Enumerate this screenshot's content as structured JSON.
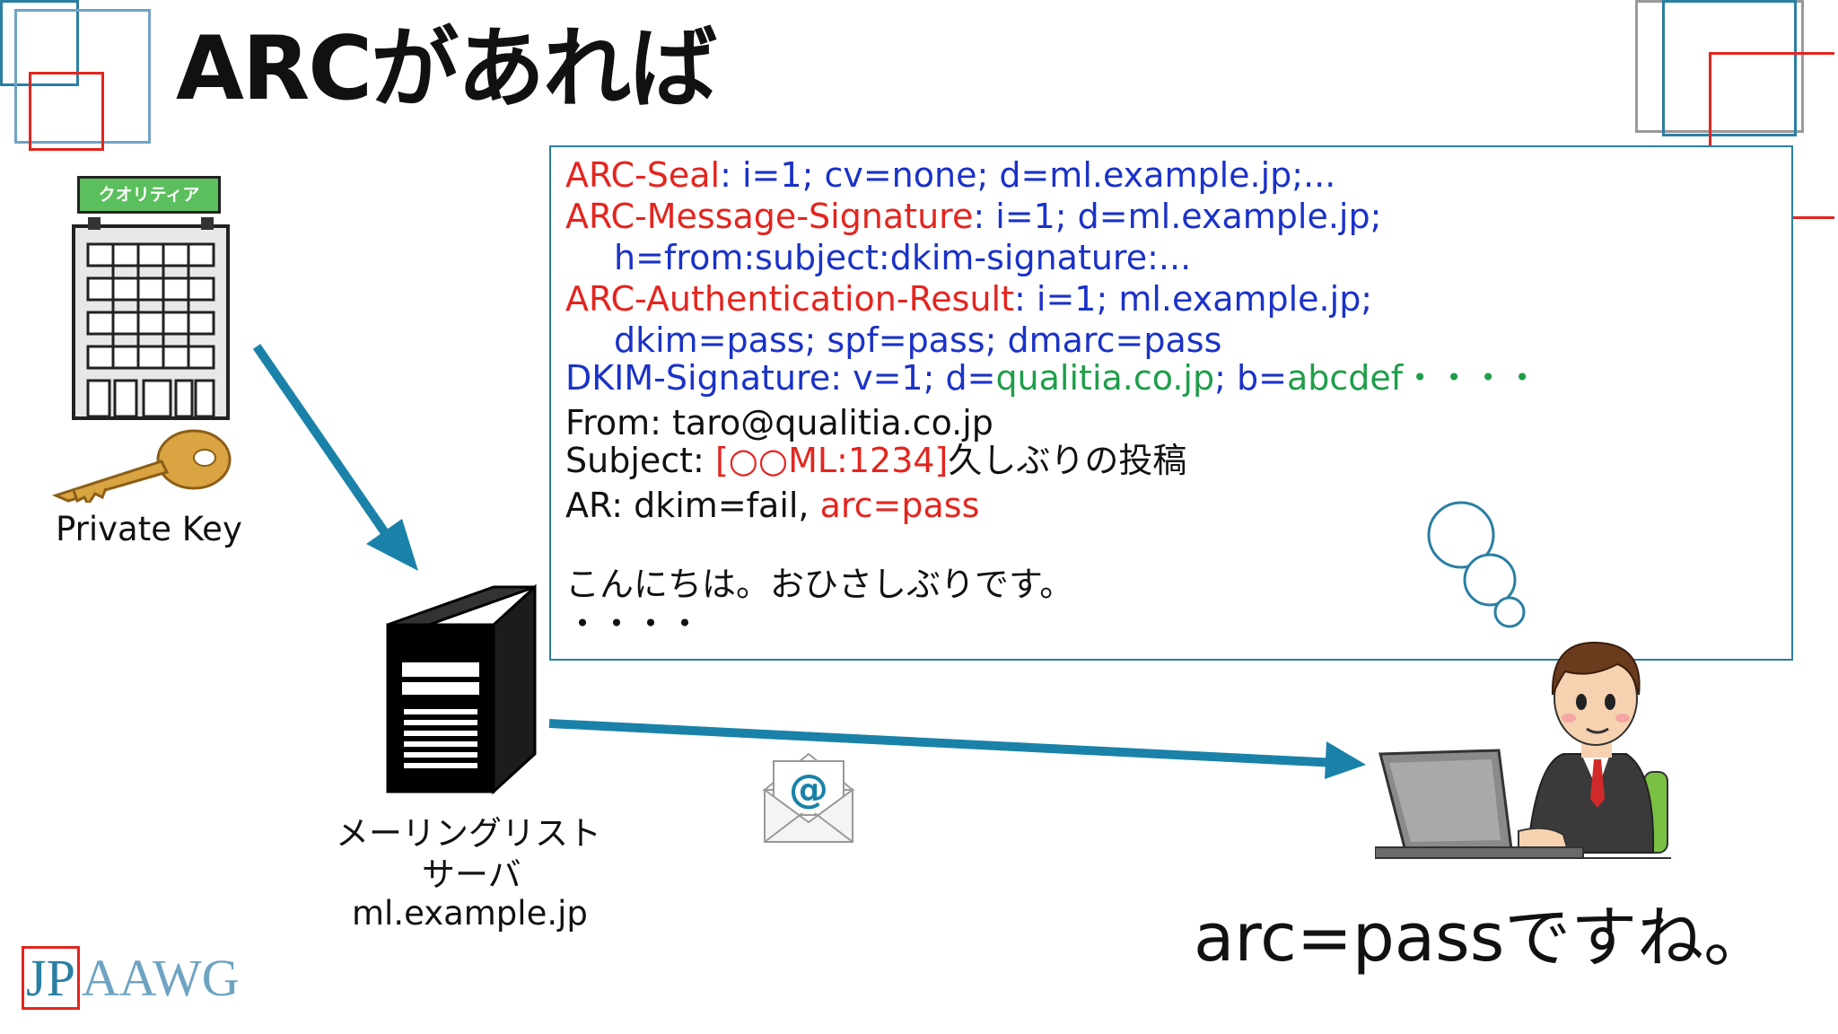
{
  "title": "ARCがあれば",
  "building": {
    "sign": "クオリティア"
  },
  "private_key_label": "Private Key",
  "server": {
    "label_line1": "メーリングリスト",
    "label_line2": "サーバ",
    "domain": "ml.example.jp"
  },
  "header_box": {
    "line1": {
      "name": "ARC-Seal",
      "value": ": i=1; cv=none; d=ml.example.jp;..."
    },
    "line2": {
      "name": "ARC-Message-Signature",
      "value": ": i=1; d=ml.example.jp;"
    },
    "line3": {
      "value": "h=from:subject:dkim-signature:..."
    },
    "line4": {
      "name": "ARC-Authentication-Result",
      "value": ": i=1; ml.example.jp;"
    },
    "line5": {
      "value": "dkim=pass; spf=pass; dmarc=pass"
    },
    "line6": {
      "prefix": "DKIM-Signature: v=1; d=",
      "domain": "qualitia.co.jp",
      "mid": "; b=",
      "sig": "abcdef・・・・"
    },
    "from": "From: taro@qualitia.co.jp",
    "subject": {
      "prefix": "Subject: ",
      "tag": "[○○ML:1234]",
      "text": "久しぶりの投稿"
    },
    "ar": {
      "prefix": "AR: dkim=fail, ",
      "arc": "arc=pass"
    },
    "body1": "こんにちは。おひさしぶりです。",
    "body2": "・・・・"
  },
  "conclusion": "arc=passですね。",
  "logo": {
    "jp": "JP",
    "rest": "AAWG"
  },
  "colors": {
    "accent_blue": "#1a82a8",
    "red": "#e3251f",
    "blue": "#1a32c8",
    "green": "#1f9e4a"
  }
}
